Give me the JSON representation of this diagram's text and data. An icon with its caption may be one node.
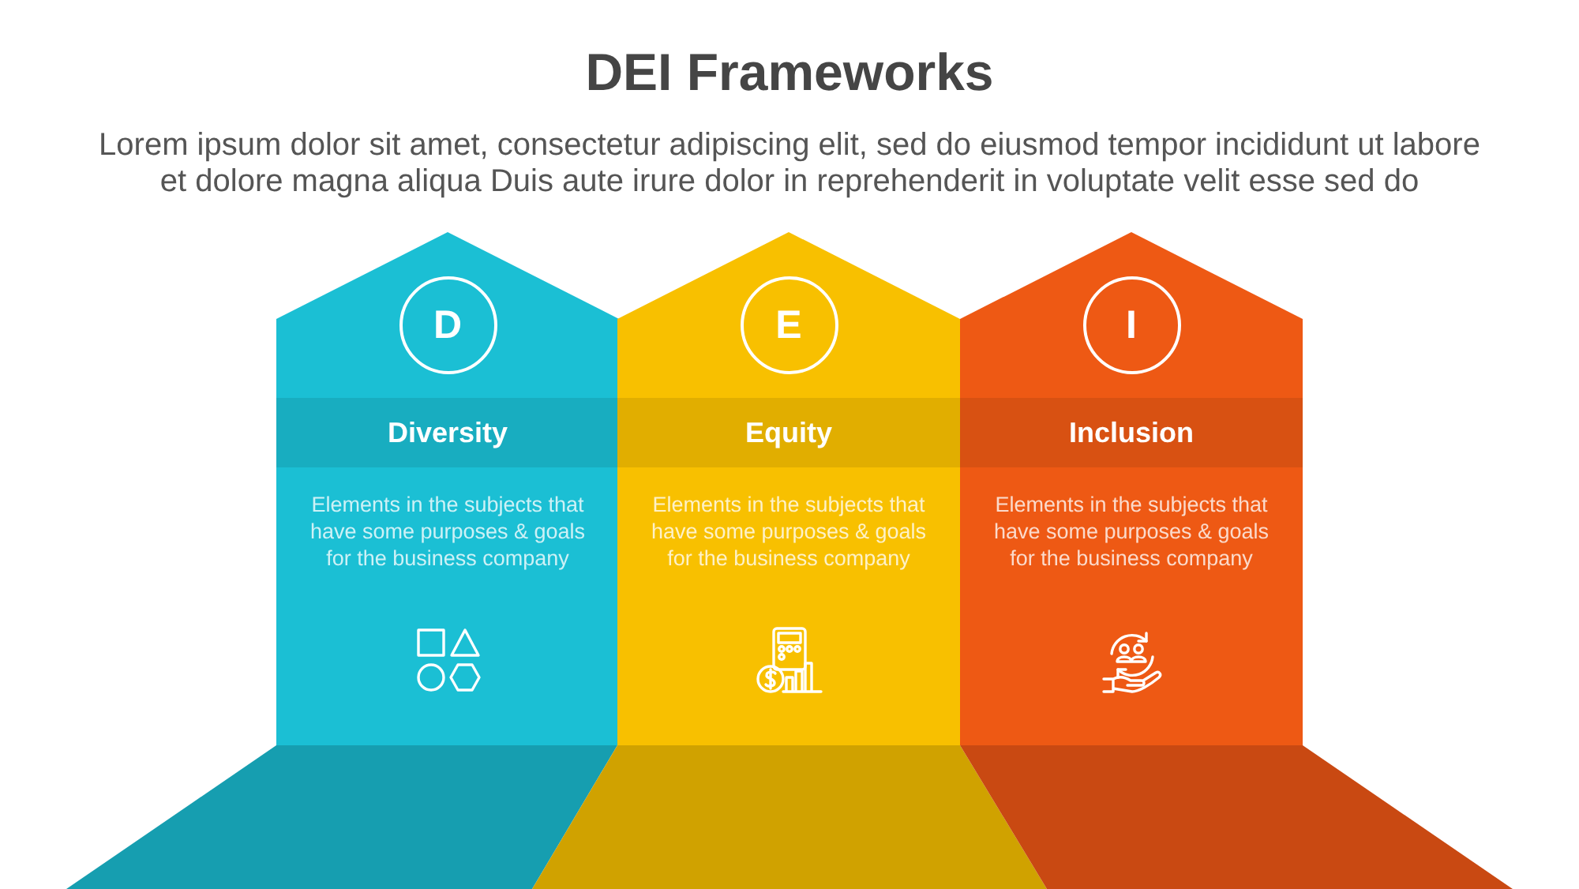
{
  "diagram": {
    "title": "DEI Frameworks",
    "nodes": [
      {
        "text": [
          "Elements in the subjects that have some purposes & goals for the business company"
        ]
      },
      {
        "text": [
          "D"
        ],
        "in": 0
      },
      {
        "text": [
          "Diversity"
        ],
        "in": 0
      },
      {
        "text": [
          "Elements in the subjects that have some purposes & goals for the business company"
        ]
      },
      {
        "text": [
          "E"
        ],
        "in": 3
      },
      {
        "text": [
          "Equity"
        ],
        "in": 3
      },
      {
        "text": [
          "Elements in the subjects that have some purposes & goals for the business company"
        ]
      },
      {
        "text": [
          "I"
        ],
        "in": 6
      },
      {
        "text": [
          "Inclusion"
        ],
        "in": 6
      }
    ],
    "labels": [
      "Lorem ipsum dolor sit amet, consectetur adipiscing elit, sed do eiusmod tempor incididunt ut labore et dolore magna aliqua Duis aute irure dolor in reprehenderit in voluptate velit esse sed do"
    ]
  }
}
